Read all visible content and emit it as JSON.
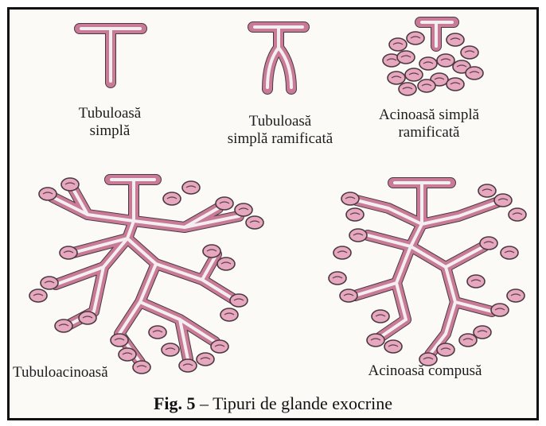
{
  "labels": {
    "tubular_simple": [
      "Tubuloasă",
      "simplă"
    ],
    "tubular_simple_branched": [
      "Tubuloasă",
      "simplă ramificată"
    ],
    "acinar_simple_branched": [
      "Acinoasă simplă",
      "ramificată"
    ],
    "tubuloacinar": "Tubuloacinoasă",
    "acinar_compound": "Acinoasă compusă"
  },
  "caption": {
    "prefix": "Fig. 5",
    "separator": " – ",
    "text": "Tipuri de glande exocrine"
  },
  "colors": {
    "gland_fill": "#e7a7bf",
    "gland_outline": "#4a3a40",
    "lumen": "#f3eef0",
    "frame": "#111111"
  }
}
